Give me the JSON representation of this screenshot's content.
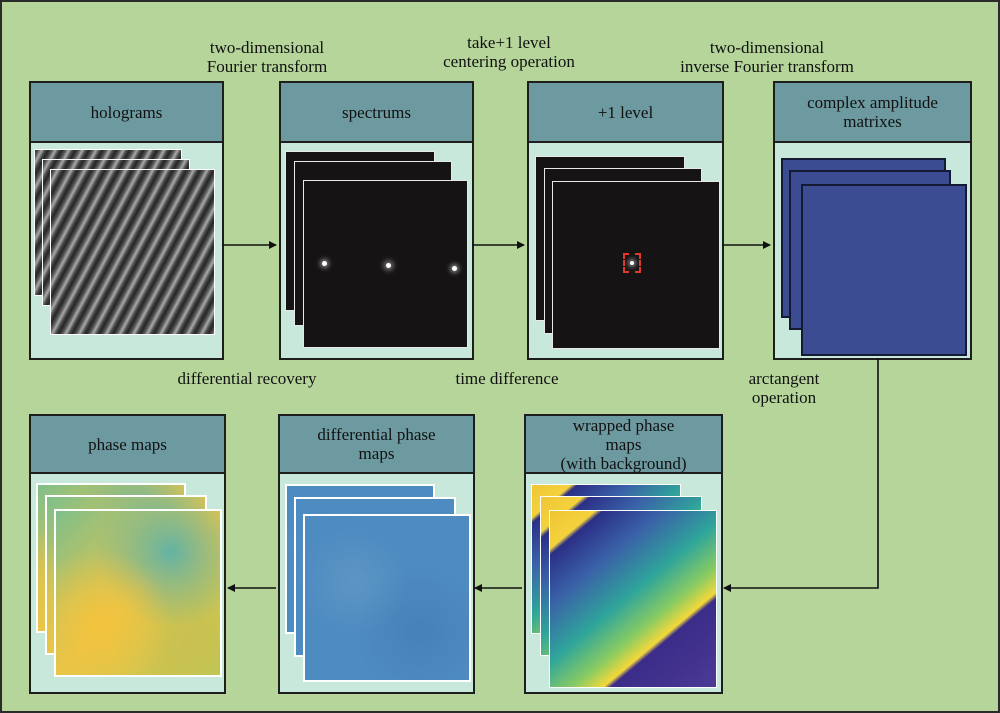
{
  "boxes": {
    "holograms": "holograms",
    "spectrums": "spectrums",
    "plus1": "+1 level",
    "complex": [
      "complex amplitude",
      "matrixes"
    ],
    "wrapped": [
      "wrapped phase",
      "maps",
      "(with background)"
    ],
    "differential": [
      "differential phase",
      "maps"
    ],
    "phase": "phase maps"
  },
  "labels": {
    "fourier": [
      "two-dimensional",
      "Fourier transform"
    ],
    "centering": [
      "take+1 level",
      "centering operation"
    ],
    "inverse": [
      "two-dimensional",
      "inverse Fourier transform"
    ],
    "differential_recovery": "differential recovery",
    "time_difference": "time difference",
    "arctangent": [
      "arctangent",
      "operation"
    ]
  },
  "colors": {
    "background": "#b5d59a",
    "header": "#6d9aa0",
    "box": "#c9e8dc",
    "arrow": "#111111"
  }
}
